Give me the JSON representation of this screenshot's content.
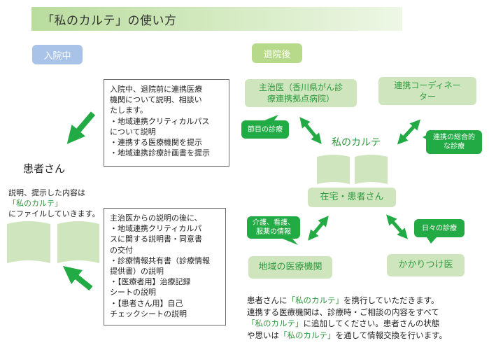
{
  "title": "「私のカルテ」の使い方",
  "labels": {
    "inpatient": "入院中",
    "discharge": "退院後"
  },
  "left": {
    "box1": "入院中、退院前に連携医療\n機関について説明、相談い\nたします。\n・地域連携クリティカルパス\nについて説明\n・連携する医療機関を提示\n・地域連携診療計画書を提示",
    "patient": "患者さん",
    "patient_desc_1": "説明、提示した内容は",
    "patient_desc_2": "「私のカルテ」",
    "patient_desc_3": "にファイルしていきます。",
    "box2": "主治医からの説明の後に、\n・地域連携クリティカルパ\nスに関する説明書・同意書\nの交付\n・診療情報共有書（診療情報\n提供書）の説明\n・【医療者用】治療記録\nシートの説明\n・【患者さん用】自己\nチェックシートの説明"
  },
  "right": {
    "doctor": "主治医（香川県がん診\n療連携拠点病院）",
    "coordinator": "連携コーディネー\nター",
    "karte": "私のカルテ",
    "home": "在宅・患者さん",
    "regional": "地域の医療機関",
    "family": "かかりつけ医",
    "bubble_milestone": "節目の診療",
    "bubble_comprehensive": "連携の総合的\nな診療",
    "bubble_nursing": "介護、看護、\n服薬の情報",
    "bubble_daily": "日々の診療"
  },
  "footer": {
    "l1_a": "患者さんに",
    "l1_b": "「私のカルテ」",
    "l1_c": "を携行していただきます。",
    "l2": "連携する医療機関は、診療時・ご相談の内容をすべて",
    "l3_a": "「私のカルテ」",
    "l3_b": "に追加してください。患者さんの状態",
    "l4_a": "や思いは",
    "l4_b": "「私のカルテ」",
    "l4_c": "を通して情報交換を行います。"
  },
  "colors": {
    "arrow": "#22aa44",
    "title_bg": "#b9dc9e",
    "box_green": "#cfe5bd",
    "highlight": "#2e9a3e",
    "pill_blue": "#a9c3e8"
  }
}
